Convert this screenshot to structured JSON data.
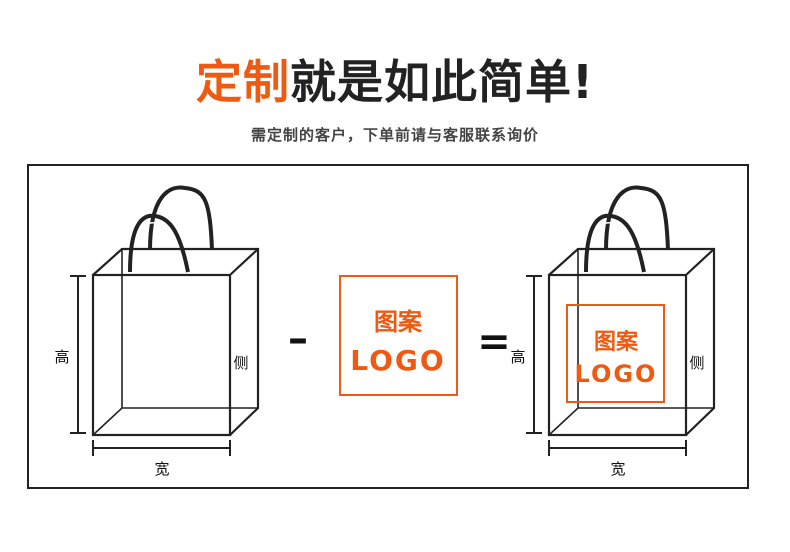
{
  "header": {
    "title_accent": "定制",
    "title_rest": "就是如此简单!",
    "subtitle": "需定制的客户，下单前请与客服联系询价"
  },
  "diagram": {
    "bag_labels": {
      "height": "高",
      "side": "侧",
      "width": "宽"
    },
    "logo_box": {
      "line1": "图案",
      "line2": "LOGO"
    },
    "operators": {
      "minus": "–",
      "equals": "="
    }
  },
  "colors": {
    "accent": "#ef5a13",
    "line": "#222222"
  }
}
